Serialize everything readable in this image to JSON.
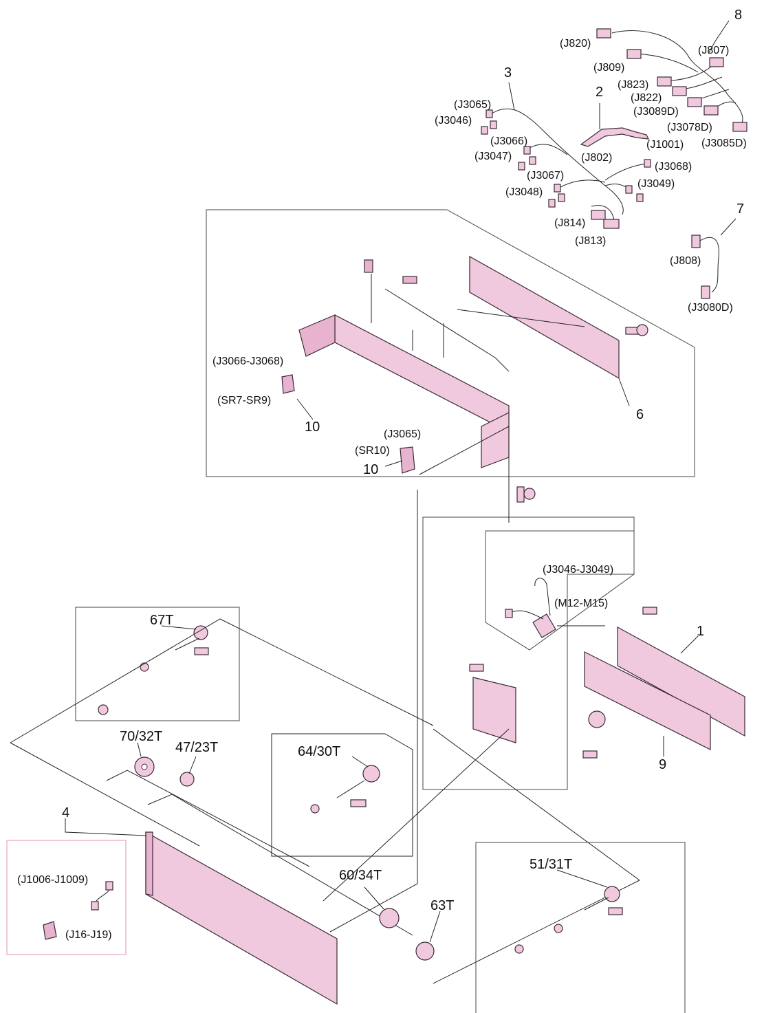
{
  "colors": {
    "part_fill": "#f1c9de",
    "part_fill_dark": "#e8b3cf",
    "callout_highlight": "#e6a3c8"
  },
  "callouts": {
    "c1": "1",
    "c2": "2",
    "c3": "3",
    "c4": "4",
    "c6": "6",
    "c7": "7",
    "c8": "8",
    "c9": "9",
    "c10a": "10",
    "c10b": "10"
  },
  "connectors": {
    "j820": "(J820)",
    "j807": "(J807)",
    "j809": "(J809)",
    "j823": "(J823)",
    "j822": "(J822)",
    "j3089d": "(J3089D)",
    "j3078d": "(J3078D)",
    "j3085d": "(J3085D)",
    "j3065a": "(J3065)",
    "j3046": "(J3046)",
    "j3066": "(J3066)",
    "j3047": "(J3047)",
    "j802": "(J802)",
    "j1001": "(J1001)",
    "j3068": "(J3068)",
    "j3067": "(J3067)",
    "j3049": "(J3049)",
    "j3048": "(J3048)",
    "j814": "(J814)",
    "j813": "(J813)",
    "j808": "(J808)",
    "j3080d": "(J3080D)",
    "j3066_3068": "(J3066-J3068)",
    "sr7_sr9": "(SR7-SR9)",
    "j3065b": "(J3065)",
    "sr10": "(SR10)",
    "j3046_3049": "(J3046-J3049)",
    "m12_m15": "(M12-M15)",
    "j1006_1009": "(J1006-J1009)",
    "j16_j19": "(J16-J19)"
  },
  "gears": {
    "g67t": "67T",
    "g70_32t": "70/32T",
    "g47_23t": "47/23T",
    "g64_30t": "64/30T",
    "g60_34t": "60/34T",
    "g63t": "63T",
    "g51_31t": "51/31T"
  }
}
